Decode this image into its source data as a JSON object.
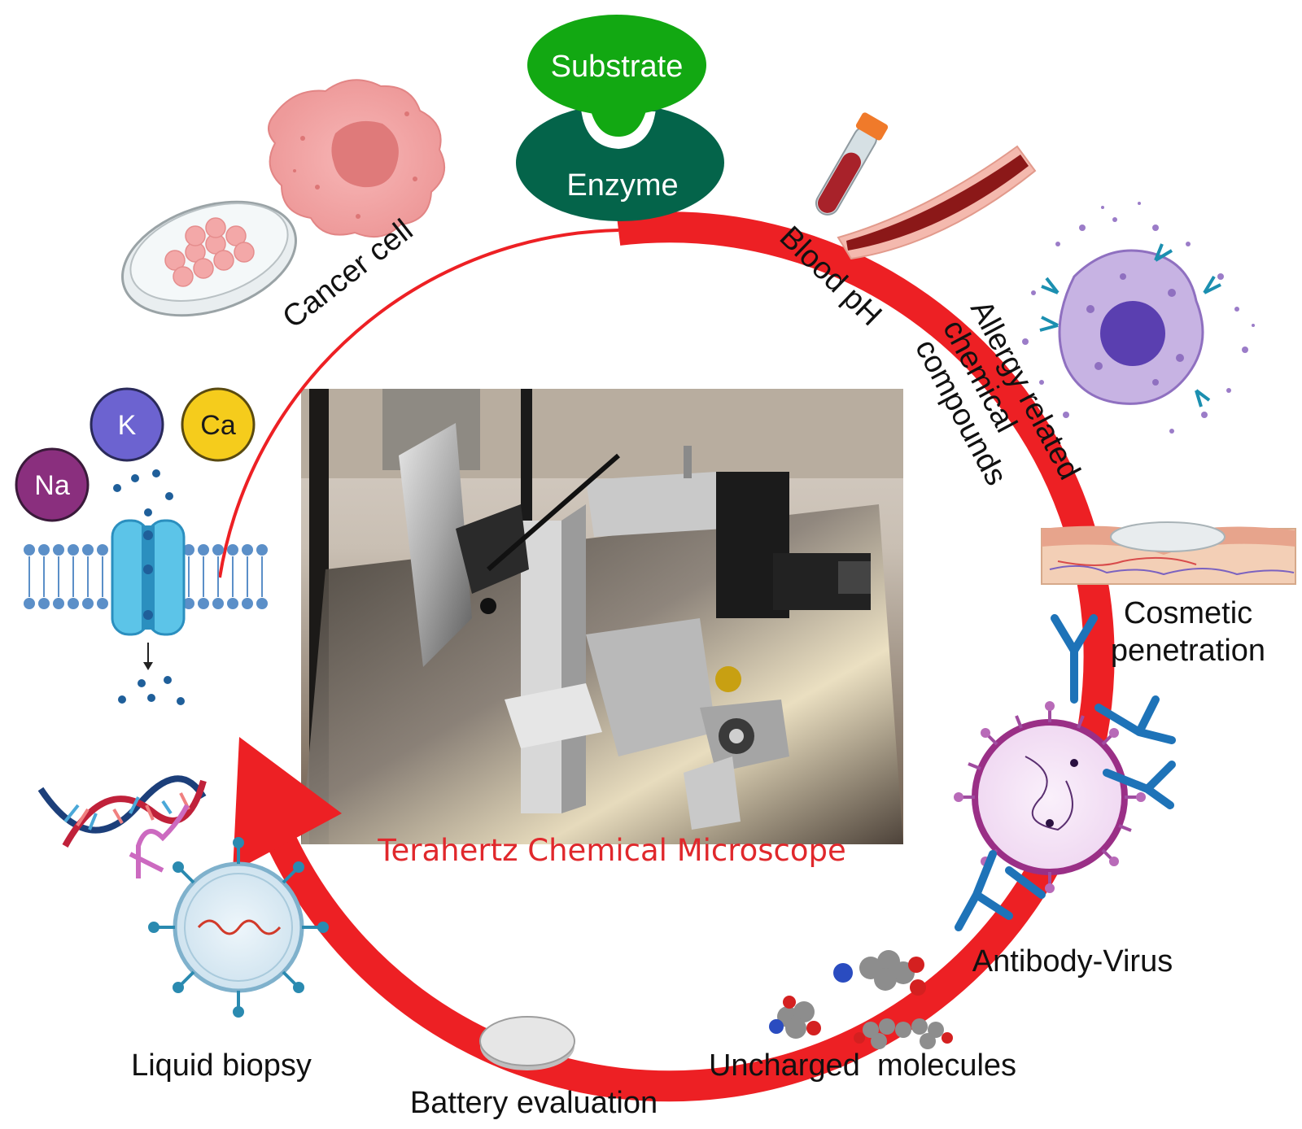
{
  "center": {
    "caption": "Terahertz Chemical Microscope",
    "caption_color": "#e0282c",
    "cycle_color": "#ed2024"
  },
  "enzyme": {
    "substrate": "Substrate",
    "enzyme": "Enzyme",
    "substrate_color": "#12a812",
    "enzyme_color": "#04644a"
  },
  "applications": {
    "cancer_cell": "Cancer cell",
    "blood_ph": "Blood pH",
    "allergy": [
      "Allergy related",
      "chemical",
      "compounds"
    ],
    "cosmetic": [
      "Cosmetic",
      "penetration"
    ],
    "antibody_virus": "Antibody-Virus",
    "uncharged": "Uncharged  molecules",
    "battery": "Battery evaluation",
    "liquid_biopsy": "Liquid biopsy"
  },
  "ions": {
    "na": "Na",
    "k": "K",
    "ca": "Ca"
  },
  "icons": [
    "petri-dish-icon",
    "cancer-cell-icon",
    "blood-tube-icon",
    "blood-vessel-icon",
    "mast-cell-icon",
    "skin-layer-icon",
    "virus-icon",
    "antibody-icon",
    "molecule-icon",
    "battery-disc-icon",
    "ion-channel-icon",
    "dna-icon",
    "exosome-icon",
    "microscope-photo-icon"
  ]
}
